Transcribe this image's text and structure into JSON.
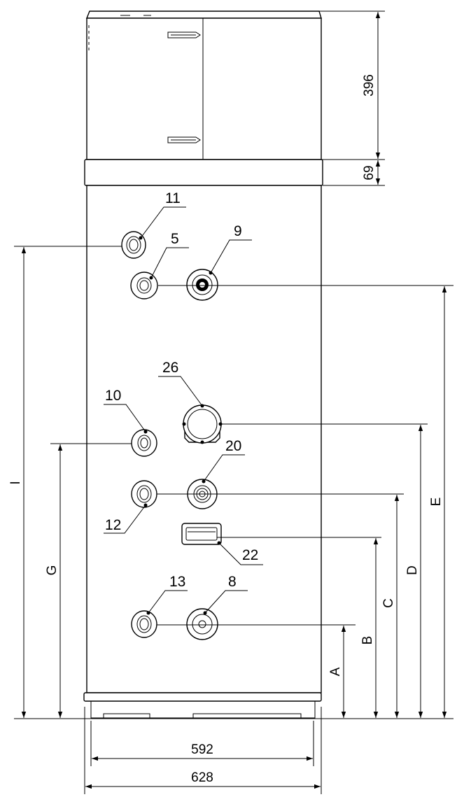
{
  "diagram": {
    "labels": {
      "c11": "11",
      "c5": "5",
      "c9": "9",
      "c26": "26",
      "c10": "10",
      "c20": "20",
      "c12": "12",
      "c22": "22",
      "c13": "13",
      "c8": "8"
    },
    "dimensions": {
      "top_height": "396",
      "band_height": "69",
      "inner_width": "592",
      "outer_width": "628",
      "A": "A",
      "B": "B",
      "C": "C",
      "D": "D",
      "E": "E",
      "G": "G",
      "I": "I"
    }
  }
}
